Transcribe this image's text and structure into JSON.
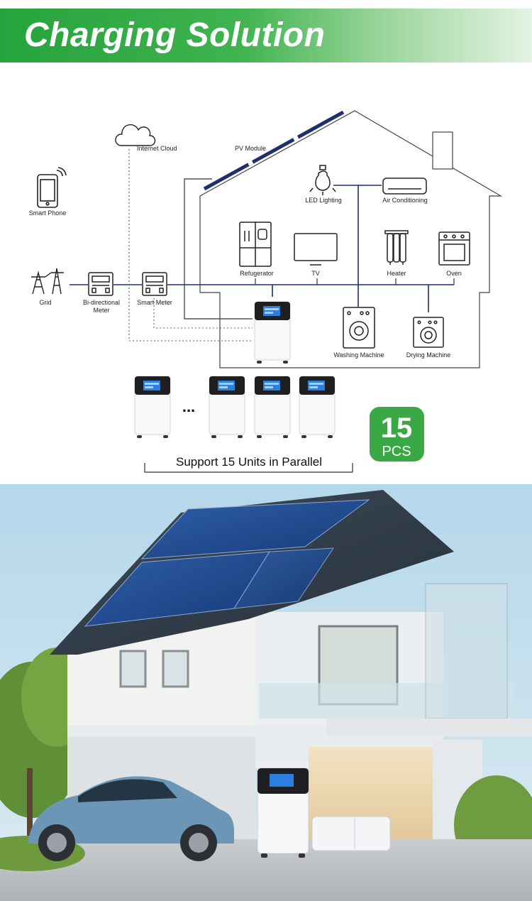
{
  "banner": {
    "title": "Charging Solution"
  },
  "diagram": {
    "labels": {
      "internet_cloud": "Internet Cloud",
      "pv_module": "PV Module",
      "smart_phone": "Smart Phone",
      "led_lighting": "LED Lighting",
      "air_conditioning": "Air Conditioning",
      "refrigerator": "Refugerator",
      "tv": "TV",
      "heater": "Heater",
      "oven": "Oven",
      "grid": "Grid",
      "bidirectional_meter_line1": "Bi-directional",
      "bidirectional_meter_line2": "Meter",
      "smart_meter": "Smart Meter",
      "washing_machine": "Washing Machine",
      "drying_machine": "Drying Machine"
    },
    "ellipsis": "...",
    "parallel_caption": "Support 15 Units in Parallel",
    "badge": {
      "number": "15",
      "unit": "PCS",
      "color": "#3aa845"
    }
  }
}
